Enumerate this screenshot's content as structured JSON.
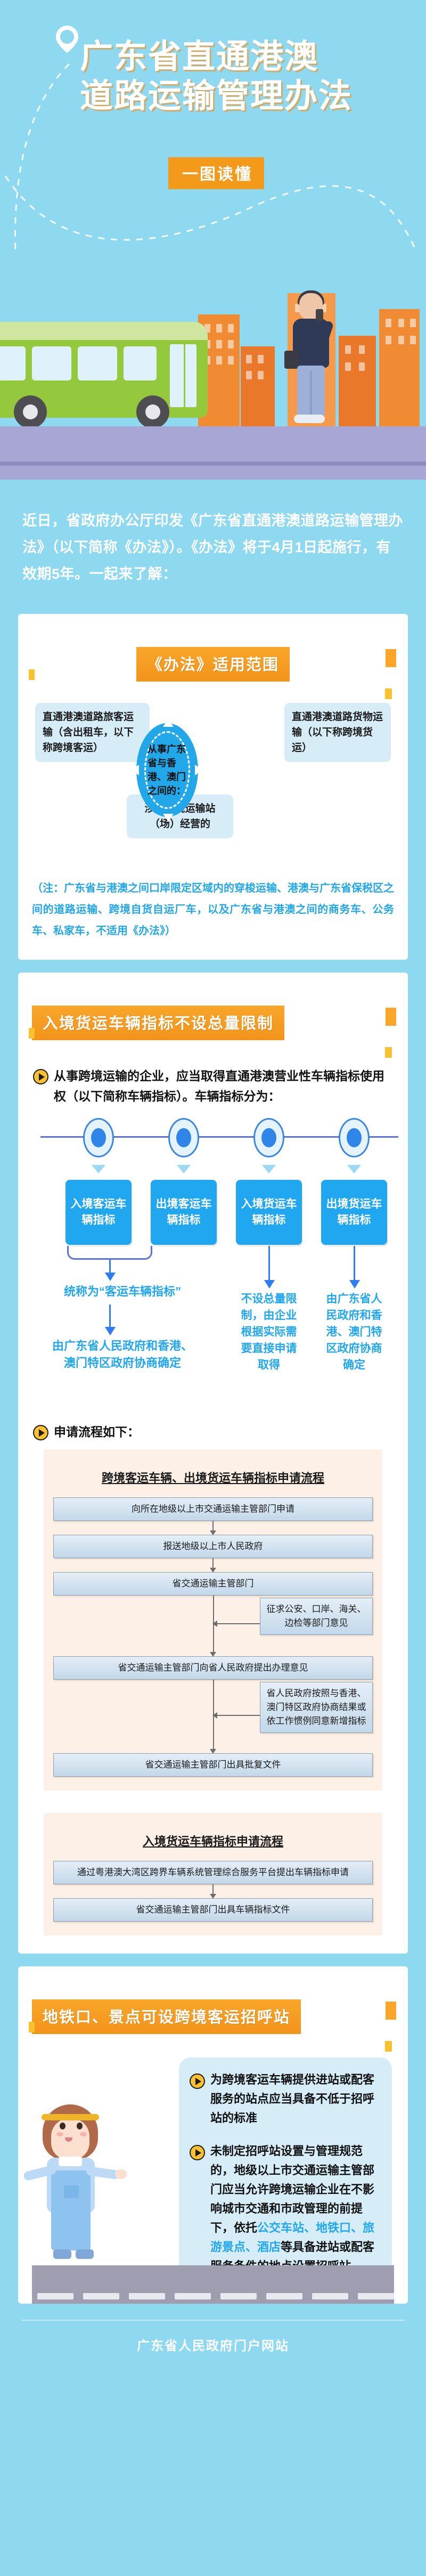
{
  "hero": {
    "title_line1": "广东省直通港澳",
    "title_line2": "道路运输管理办法",
    "subtitle": "一图读懂"
  },
  "intro": {
    "paragraph": "近日，省政府办公厅印发《广东省直通港澳道路运输管理办法》（以下简称《办法》）。《办法》将于4月1日起施行，有效期5年。一起来了解："
  },
  "section_scope": {
    "header": "《办法》适用范围",
    "center_label": "从事广东省与香港、澳门之间的：",
    "box_passenger": "直通港澳道路旅客运输（含出租车，以下称跨境客运）",
    "box_cargo": "直通港澳道路货物运输（以下称跨境货运）",
    "box_station": "涉及跨境运输站（场）经营的",
    "note": "（注：广东省与港澳之间口岸限定区域内的穿梭运输、港澳与广东省保税区之间的道路运输、跨境自货自运厂车，以及广东省与港澳之间的商务车、公务车、私家车，不适用《办法》）"
  },
  "section_quota": {
    "header": "入境货运车辆指标不设总量限制",
    "bullet1": "从事跨境运输的企业，应当取得直通港澳营业性车辆指标使用权（以下简称车辆指标）。车辆指标分为：",
    "indicators": [
      {
        "label": "入境客运车辆指标"
      },
      {
        "label": "出境客运车辆指标"
      },
      {
        "label": "入境货运车辆指标"
      },
      {
        "label": "出境货运车辆指标"
      }
    ],
    "group_label": "统称为“客运车辆指标”",
    "group_result": "由广东省人民政府和香港、澳门特区政府协商确定",
    "inbound_cargo_note": "不设总量限制，由企业根据实际需要直接申请取得",
    "outbound_cargo_note": "由广东省人民政府和香港、澳门特区政府协商确定",
    "bullet2": "申请流程如下：",
    "flow1": {
      "title": "跨境客运车辆、出境货运车辆指标申请流程",
      "steps": [
        "向所在地级以上市交通运输主管部门申请",
        "报送地级以上市人民政府",
        "省交通运输主管部门",
        "省交通运输主管部门向省人民政府提出办理意见",
        "省交通运输主管部门出具批复文件"
      ],
      "side_steps": [
        "征求公安、口岸、海关、边检等部门意见",
        "省人民政府按照与香港、澳门特区政府协商结果或依工作惯例同意新增指标"
      ]
    },
    "flow2": {
      "title": "入境货运车辆指标申请流程",
      "steps": [
        "通过粤港澳大湾区跨界车辆系统管理综合服务平台提出车辆指标申请",
        "省交通运输主管部门出具车辆指标文件"
      ]
    }
  },
  "section_station": {
    "header": "地铁口、景点可设跨境客运招呼站",
    "bullet1": "为跨境客运车辆提供进站或配客服务的站点应当具备不低于招呼站的标准",
    "bullet2_part1": "未制定招呼站设置与管理规范的，地级以上市交通运输主管部门应当允许跨境运输企业在不影响城市交通和市政管理的前提下，依托",
    "bullet2_highlight": "公交车站、地铁口、旅游景点、酒店",
    "bullet2_part2": "等具备进站或配客服务条件的地点设置招呼站"
  },
  "footer": {
    "text": "广东省人民政府门户网站"
  },
  "colors": {
    "bg_blue": "#8ed8f0",
    "accent_orange": "#f49a1a",
    "accent_yellow": "#fbc02d",
    "link_blue": "#21a7f0",
    "box_blue": "#d6edf8",
    "flow_bg": "#fdf1e7"
  }
}
